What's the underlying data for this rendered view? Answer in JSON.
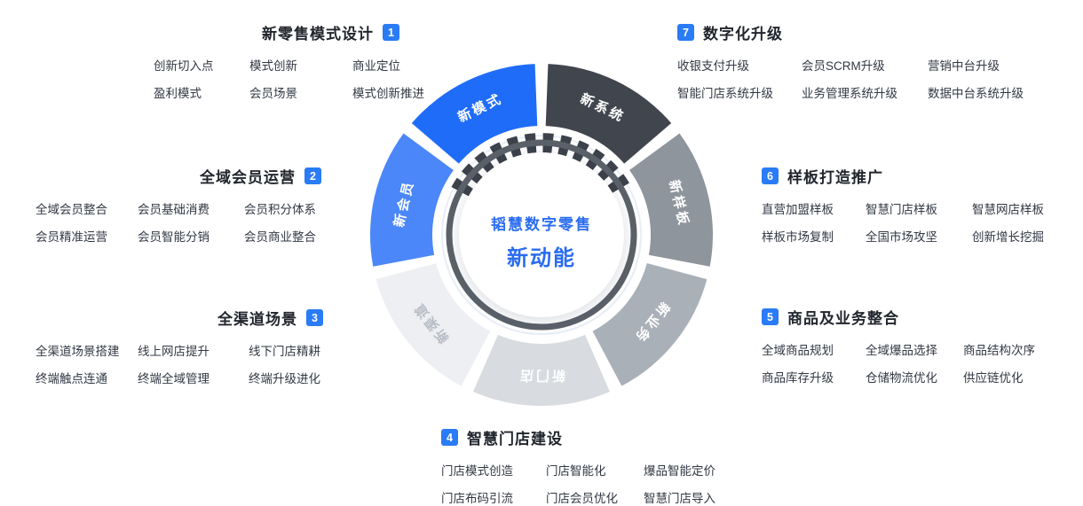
{
  "colors": {
    "accent": "#2a7bf6",
    "center_text": "#2a6cf0",
    "title_text": "#21262d",
    "item_text": "#323944",
    "ring": "#5b6169",
    "ring_teeth": "#3c414a"
  },
  "wheel": {
    "center": {
      "line1": "韬慧数字零售",
      "line2": "新动能"
    },
    "segments": [
      {
        "label": "新系统",
        "color": "#41464e",
        "text_color": "#ffffff",
        "start": 0,
        "end": 51.43
      },
      {
        "label": "新样板",
        "color": "#8e959d",
        "text_color": "#ffffff",
        "start": 51.43,
        "end": 102.86
      },
      {
        "label": "新业务",
        "color": "#a9b0b8",
        "text_color": "#ffffff",
        "start": 102.86,
        "end": 154.29
      },
      {
        "label": "新门店",
        "color": "#d8dce1",
        "text_color": "#ffffff",
        "start": 154.29,
        "end": 205.71
      },
      {
        "label": "新渠道",
        "color": "#edeff2",
        "text_color": "#b7bdc5",
        "start": 205.71,
        "end": 257.14
      },
      {
        "label": "新会员",
        "color": "#4b87f8",
        "text_color": "#ffffff",
        "start": 257.14,
        "end": 308.57
      },
      {
        "label": "新模式",
        "color": "#1f6cf8",
        "text_color": "#ffffff",
        "start": 308.57,
        "end": 360
      }
    ]
  },
  "sections": [
    {
      "num": "1",
      "title": "新零售模式设计",
      "items": [
        "创新切入点",
        "模式创新",
        "商业定位",
        "盈利模式",
        "会员场景",
        "模式创新推进"
      ]
    },
    {
      "num": "2",
      "title": "全域会员运营",
      "items": [
        "全域会员整合",
        "会员基础消费",
        "会员积分体系",
        "会员精准运营",
        "会员智能分销",
        "会员商业整合"
      ]
    },
    {
      "num": "3",
      "title": "全渠道场景",
      "items": [
        "全渠道场景搭建",
        "线上网店提升",
        "线下门店精耕",
        "终端触点连通",
        "终端全域管理",
        "终端升级进化"
      ]
    },
    {
      "num": "4",
      "title": "智慧门店建设",
      "items": [
        "门店模式创造",
        "门店智能化",
        "爆品智能定价",
        "门店布码引流",
        "门店会员优化",
        "智慧门店导入"
      ]
    },
    {
      "num": "5",
      "title": "商品及业务整合",
      "items": [
        "全域商品规划",
        "全域爆品选择",
        "商品结构次序",
        "商品库存升级",
        "仓储物流优化",
        "供应链优化"
      ]
    },
    {
      "num": "6",
      "title": "样板打造推广",
      "items": [
        "直营加盟样板",
        "智慧门店样板",
        "智慧网店样板",
        "样板市场复制",
        "全国市场攻坚",
        "创新增长挖掘"
      ]
    },
    {
      "num": "7",
      "title": "数字化升级",
      "items": [
        "收银支付升级",
        "会员SCRM升级",
        "营销中台升级",
        "智能门店系统升级",
        "业务管理系统升级",
        "数据中台系统升级"
      ]
    }
  ]
}
